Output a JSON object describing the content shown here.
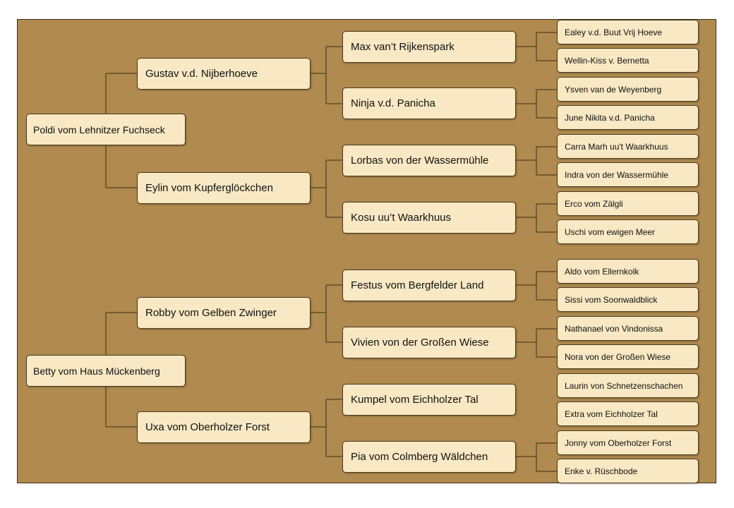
{
  "colors": {
    "background": "#b08a4e",
    "node_fill": "#f8e8c3",
    "node_border": "#4a3b22",
    "line": "#3a2e1a"
  },
  "pedigree": {
    "sire": {
      "name": "Poldi vom Lehnitzer Fuchseck",
      "sire": {
        "name": "Gustav v.d. Nijberhoeve",
        "sire": {
          "name": "Max van’t Rijkenspark",
          "sire": {
            "name": "Ealey v.d. Buut Vrij Hoeve"
          },
          "dam": {
            "name": "Wellin-Kiss v. Bernetta"
          }
        },
        "dam": {
          "name": "Ninja v.d. Panicha",
          "sire": {
            "name": "Ysven van de Weyenberg"
          },
          "dam": {
            "name": "June Nikita v.d. Panicha"
          }
        }
      },
      "dam": {
        "name": "Eylin vom Kupferglöckchen",
        "sire": {
          "name": "Lorbas von der Wassermühle",
          "sire": {
            "name": "Carra Marh uu't Waarkhuus"
          },
          "dam": {
            "name": "Indra von der Wassermühle"
          }
        },
        "dam": {
          "name": "Kosu uu’t Waarkhuus",
          "sire": {
            "name": "Erco vom Zälgli"
          },
          "dam": {
            "name": "Uschi vom ewigen Meer"
          }
        }
      }
    },
    "dam": {
      "name": "Betty vom Haus Mückenberg",
      "sire": {
        "name": "Robby vom Gelben Zwinger",
        "sire": {
          "name": "Festus vom Bergfelder Land",
          "sire": {
            "name": "Aldo vom Ellernkolk"
          },
          "dam": {
            "name": "Sissi vom Soonwaldblick"
          }
        },
        "dam": {
          "name": "Vivien von der Großen Wiese",
          "sire": {
            "name": "Nathanael von Vindonissa"
          },
          "dam": {
            "name": "Nora von der Großen Wiese"
          }
        }
      },
      "dam": {
        "name": "Uxa vom Oberholzer Forst",
        "sire": {
          "name": "Kumpel vom Eichholzer Tal",
          "sire": {
            "name": "Laurin von Schnetzenschachen"
          },
          "dam": {
            "name": "Extra vom Eichholzer Tal"
          }
        },
        "dam": {
          "name": "Pia vom Colmberg Wäldchen",
          "sire": {
            "name": "Jonny vom Oberholzer Forst"
          },
          "dam": {
            "name": "Enke v. Rüschbode"
          }
        }
      }
    }
  }
}
